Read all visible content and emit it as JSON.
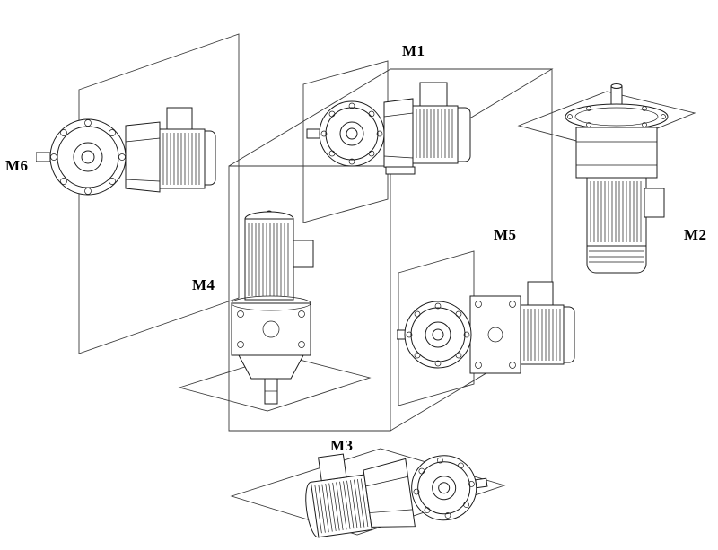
{
  "diagram": {
    "type": "gearmotor-mounting-positions",
    "background_color": "#ffffff",
    "line_color": "#1c1c1c",
    "labels": {
      "m1": "M1",
      "m2": "M2",
      "m3": "M3",
      "m4": "M4",
      "m5": "M5",
      "m6": "M6"
    },
    "figures": {
      "m1": "horizontal-gearmotor-flange-left",
      "m2": "vertical-gearmotor-output-shaft-up",
      "m3": "horizontal-gearmotor-flange-right",
      "m4": "vertical-gearmotor-output-shaft-down",
      "m5": "horizontal-gearmotor-flange-left",
      "m6": "horizontal-gearmotor-flange-left"
    }
  }
}
